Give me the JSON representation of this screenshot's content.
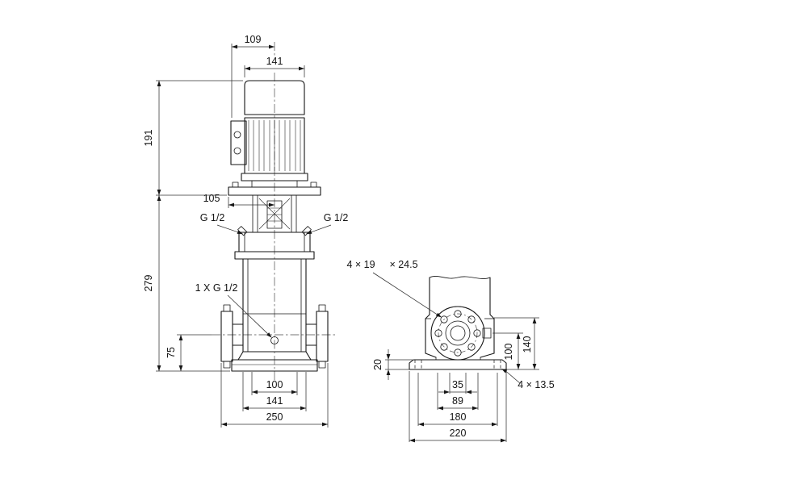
{
  "colors": {
    "line": "#161616",
    "background": "#ffffff"
  },
  "drawing": {
    "front": {
      "dim_109": "109",
      "dim_141_motor": "141",
      "dim_191": "191",
      "dim_105": "105",
      "g12_left": "G 1/2",
      "g12_right": "G 1/2",
      "dim_279": "279",
      "drain": "1 X G 1/2",
      "dim_75": "75",
      "dim_100": "100",
      "dim_141_chamber": "141",
      "dim_250": "250"
    },
    "side": {
      "holes_callout": "4 × 19",
      "counterbore_callout": "× 24.5",
      "dim_20": "20",
      "dim_100": "100",
      "dim_140": "140",
      "dim_35": "35",
      "dim_89": "89",
      "dim_180": "180",
      "dim_220": "220",
      "base_holes_callout": "4 × 13.5"
    }
  }
}
